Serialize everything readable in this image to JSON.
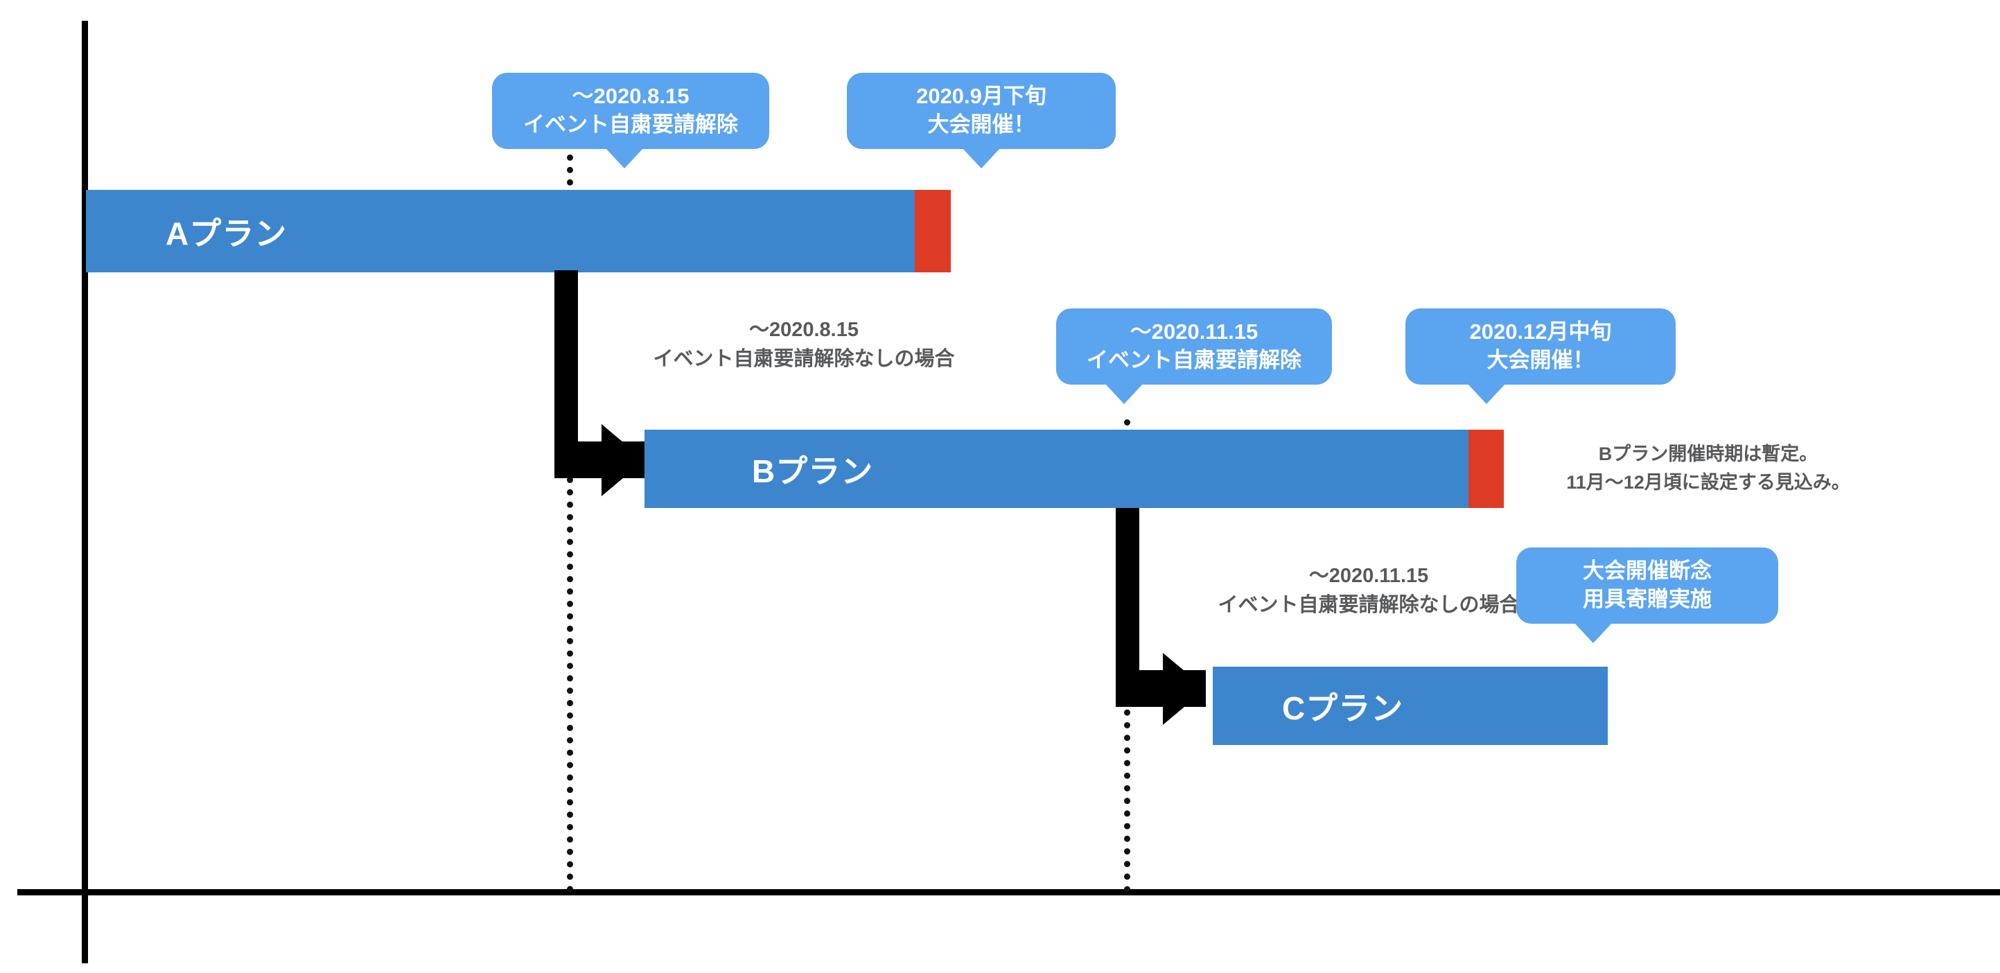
{
  "chart_data": {
    "type": "bar",
    "title": "",
    "xlabel": "",
    "ylabel": "",
    "grid": false,
    "legend": null,
    "orientation": "horizontal-timeline",
    "categories": [
      "Aプラン",
      "Bプラン",
      "Cプラン"
    ],
    "series": [
      {
        "name": "Aプラン",
        "label": "Aプラン",
        "bar_color": "#3d86ce",
        "end_marker_color": "#dd3b23",
        "decision_date": "〜2020.8.15",
        "decision_text": "イベント自粛要請解除",
        "event_date": "2020.9月下旬",
        "event_text": "大会開催！"
      },
      {
        "name": "Bプラン",
        "label": "Bプラン",
        "bar_color": "#3d86ce",
        "end_marker_color": "#dd3b23",
        "decision_date": "〜2020.11.15",
        "decision_text": "イベント自粛要請解除",
        "event_date": "2020.12月中旬",
        "event_text": "大会開催！"
      },
      {
        "name": "Cプラン",
        "label": "Cプラン",
        "bar_color": "#3d86ce",
        "end_marker_color": null,
        "decision_date": "大会開催断念",
        "decision_text": "用具寄贈実施",
        "event_date": null,
        "event_text": null
      }
    ]
  },
  "colors": {
    "bar_blue": "#3d86ce",
    "callout_blue": "#5ba4f0",
    "marker_red": "#dd3b23",
    "note_grey": "#58595b",
    "axis_black": "#000000"
  },
  "bars": {
    "a": {
      "label": "Aプラン"
    },
    "b": {
      "label": "Bプラン"
    },
    "c": {
      "label": "Cプラン"
    }
  },
  "callouts": {
    "a_decision": {
      "line1": "〜2020.8.15",
      "line2": "イベント自粛要請解除"
    },
    "a_event": {
      "line1": "2020.9月下旬",
      "line2": "大会開催！"
    },
    "b_decision": {
      "line1": "〜2020.11.15",
      "line2": "イベント自粛要請解除"
    },
    "b_event": {
      "line1": "2020.12月中旬",
      "line2": "大会開催！"
    },
    "c_result": {
      "line1": "大会開催断念",
      "line2": "用具寄贈実施"
    }
  },
  "notes": {
    "a_to_b": {
      "line1": "〜2020.8.15",
      "line2": "イベント自粛要請解除なしの場合"
    },
    "b_to_c": {
      "line1": "〜2020.11.15",
      "line2": "イベント自粛要請解除なしの場合"
    },
    "b_timing": {
      "line1": "Bプラン開催時期は暫定。",
      "line2": "11月〜12月頃に設定する見込み。"
    }
  }
}
